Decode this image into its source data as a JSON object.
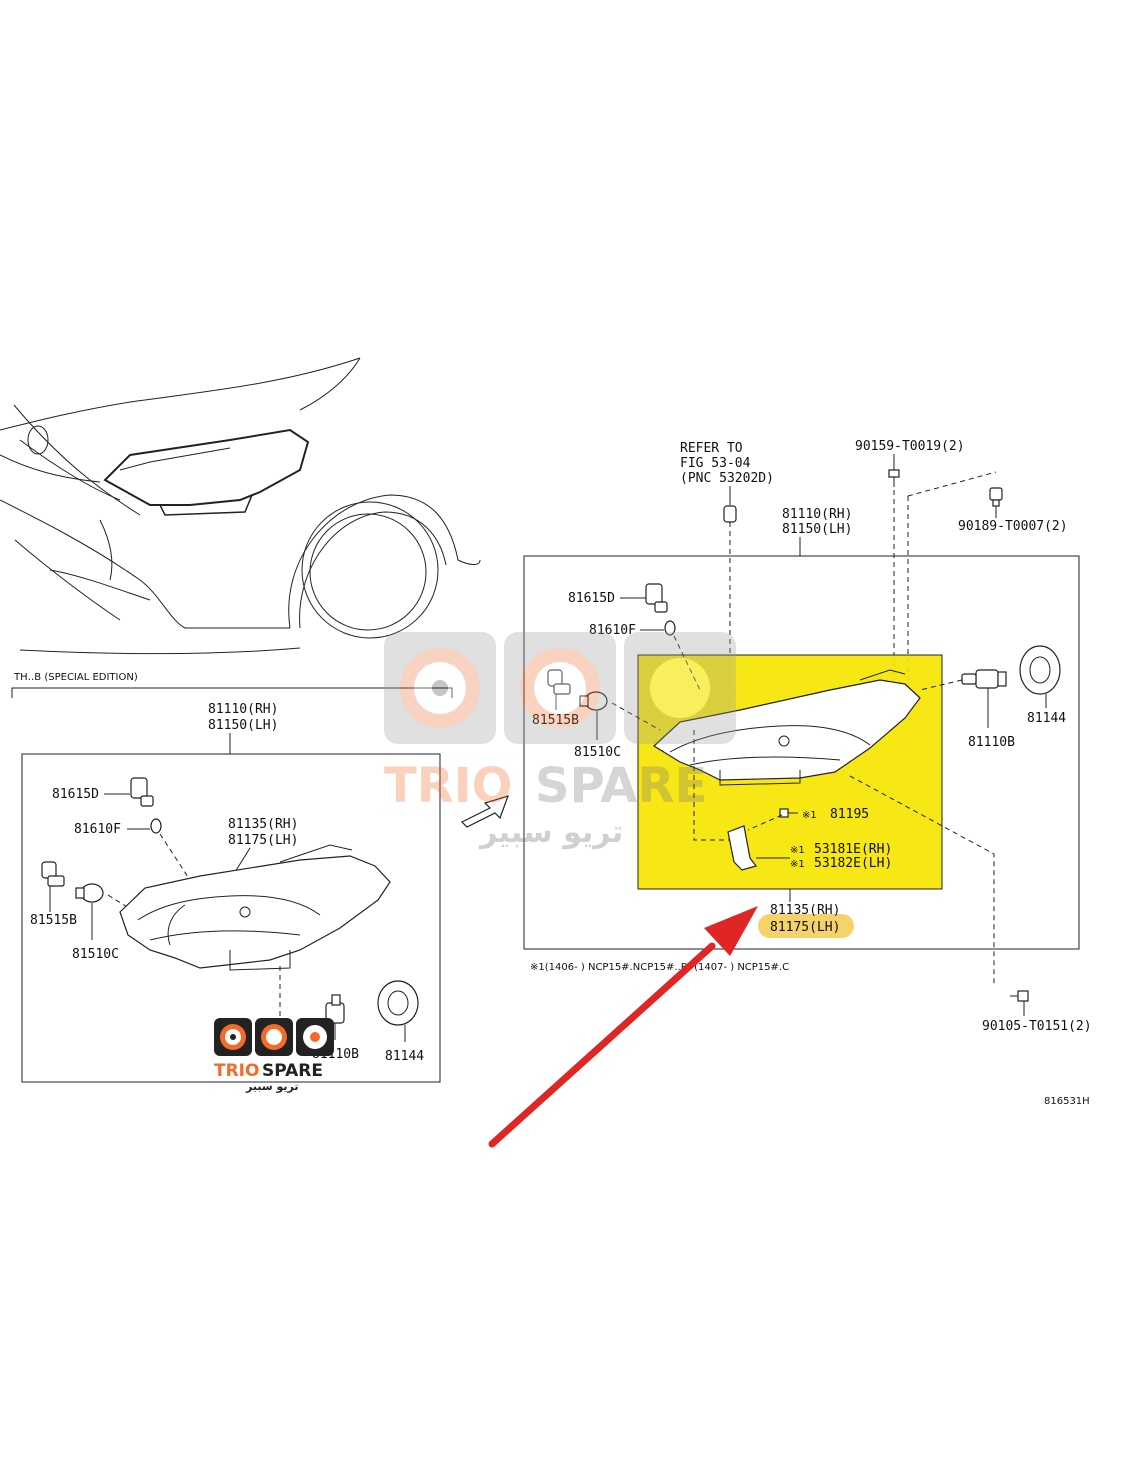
{
  "left_panel": {
    "variant_label": "TH‥B (SPECIAL EDITION)",
    "assembly_rh": "81110(RH)",
    "assembly_lh": "81150(LH)",
    "bulb_d": "81615D",
    "bulb_f": "81610F",
    "unit_rh": "81135(RH)",
    "unit_lh": "81175(LH)",
    "socket_b": "81515B",
    "socket_c": "81510C",
    "bulb_b": "81110B",
    "cap": "81144"
  },
  "right_panel": {
    "refer_line1": "REFER TO",
    "refer_line2": "FIG 53-04",
    "refer_line3": "(PNC 53202D)",
    "bolt_top": "90159-T0019(2)",
    "clip_top": "90189-T0007(2)",
    "assembly_rh": "81110(RH)",
    "assembly_lh": "81150(LH)",
    "bulb_d": "81615D",
    "bulb_f": "81610F",
    "socket_b": "81515B",
    "socket_c": "81510C",
    "bulb_b": "81110B",
    "cap": "81144",
    "screw_mark": "※1",
    "screw": "81195",
    "bracket_mark_1": "※1",
    "bracket_mark_2": "※1",
    "bracket_rh": "53181E(RH)",
    "bracket_lh": "53182E(LH)",
    "unit_rh": "81135(RH)",
    "unit_lh": "81175(LH)",
    "footnote": "※1(1406-       ) NCP15#.NCP15#..B: (1407-       ) NCP15#.C",
    "bolt_bottom": "90105-T0151(2)"
  },
  "figure_code": "816531H",
  "watermark": {
    "brand_a": "TRIO",
    "brand_b": "SPARE",
    "arabic": "تريو سبير"
  },
  "colors": {
    "highlight": "#f6e500",
    "highlight_label": "#f6d36a",
    "arrow": "#e02525",
    "brand_orange": "#f26b2b"
  }
}
